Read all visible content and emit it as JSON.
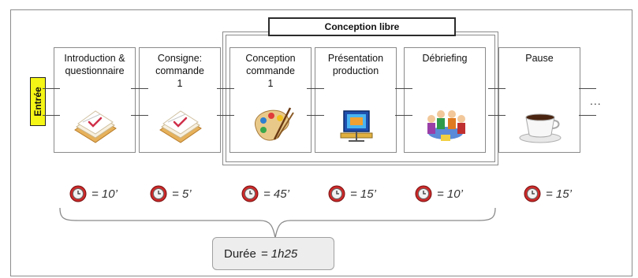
{
  "group": {
    "title": "Conception libre"
  },
  "entry": {
    "label": "Entrée"
  },
  "steps": [
    {
      "label": "Introduction &\nquestionnaire",
      "icon": "checklist-icon"
    },
    {
      "label": "Consigne:\ncommande\n1",
      "icon": "checklist-icon"
    },
    {
      "label": "Conception\ncommande\n1",
      "icon": "palette-icon"
    },
    {
      "label": "Présentation\nproduction",
      "icon": "presentation-screen-icon"
    },
    {
      "label": "Débriefing",
      "icon": "meeting-group-icon"
    },
    {
      "label": "Pause",
      "icon": "coffee-cup-icon"
    }
  ],
  "continuation": "...",
  "durations": [
    "= 10’",
    "= 5’",
    "= 45’",
    "= 15’",
    "= 10’",
    "= 15’"
  ],
  "total": {
    "label": "Durée",
    "value": "= 1h25"
  },
  "colors": {
    "clock_red": "#cc2a2a",
    "entry_yellow": "#f5f516",
    "border_grey": "#8a8a8a"
  }
}
